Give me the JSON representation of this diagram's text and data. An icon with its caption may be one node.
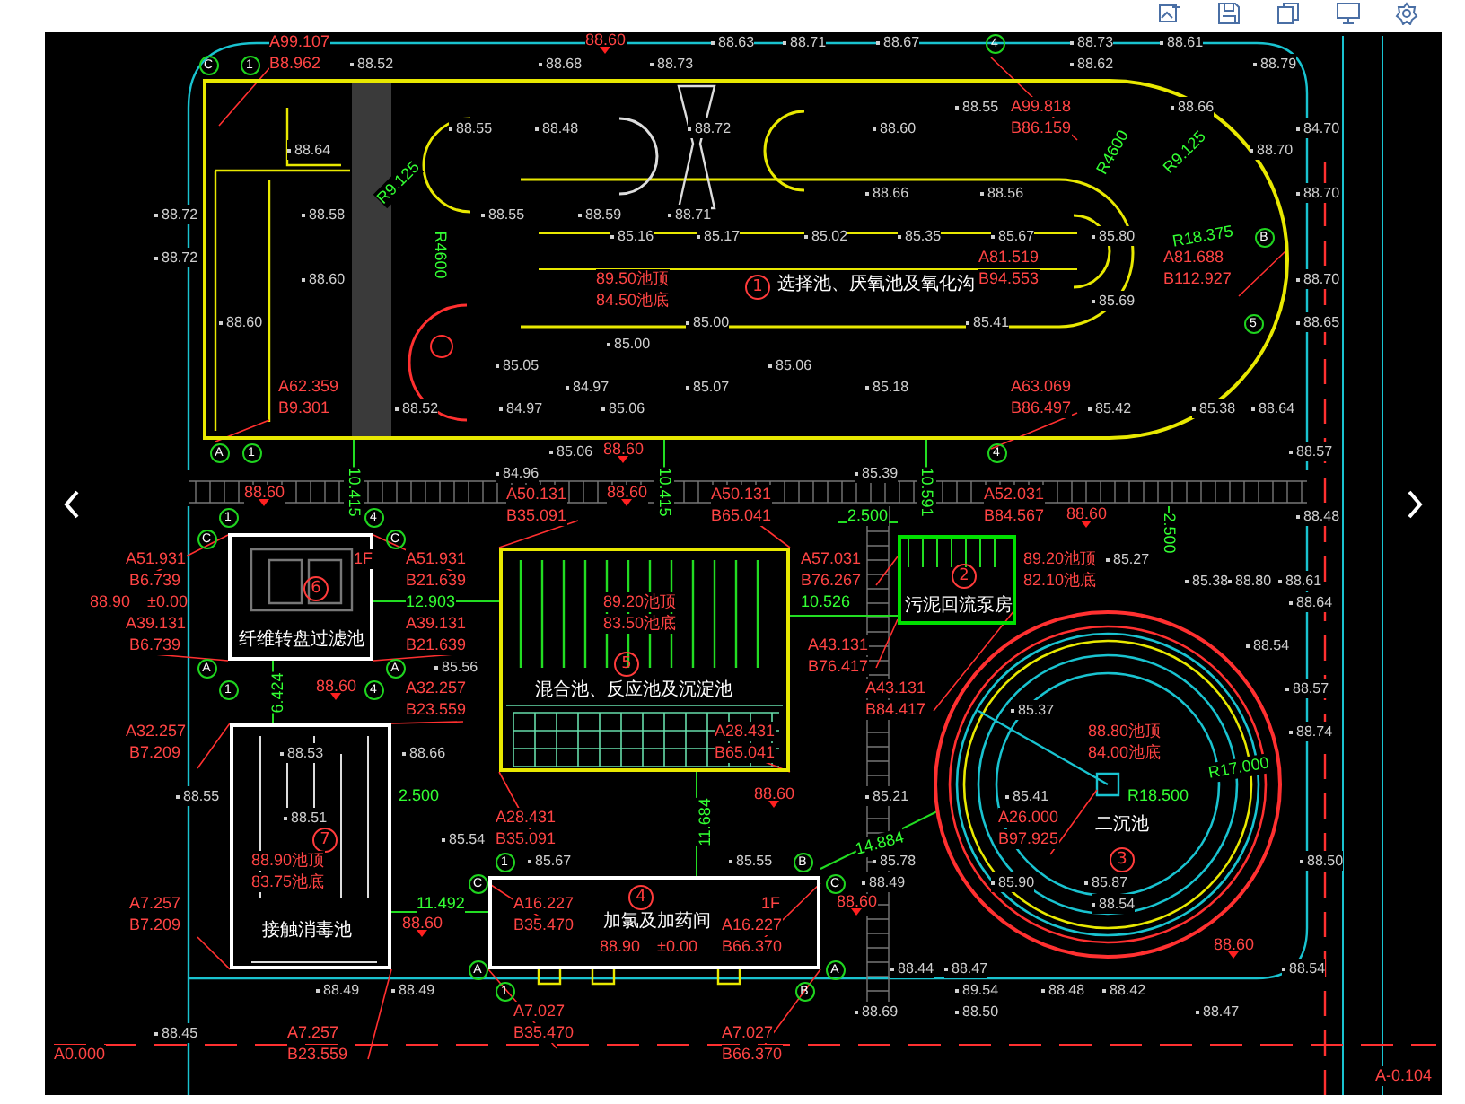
{
  "diagram": {
    "nodes": [
      {
        "text": [
          "1",
          "选择池、厌氧池及氧化沟"
        ]
      },
      {
        "text": [
          "6",
          "纤维转盘过滤池"
        ]
      },
      {
        "text": [
          "5",
          "混合池、反应池及沉淀池"
        ]
      },
      {
        "text": [
          "2",
          "污泥回流泵房"
        ]
      },
      {
        "text": [
          "二沉池",
          "3"
        ]
      },
      {
        "text": [
          "7",
          "接触消毒池"
        ]
      },
      {
        "text": [
          "4",
          "加氯及加药间"
        ]
      }
    ],
    "labels": [
      "A99.107",
      "88.60",
      "88.63",
      "88.71",
      "88.67",
      "4",
      "88.73",
      "88.61",
      "C",
      "1",
      "B8.962",
      "88.52",
      "88.68",
      "88.73",
      "88.62",
      "88.79",
      "88.55",
      "A99.818",
      "88.66",
      "88.55",
      "88.48",
      "88.72",
      "88.60",
      "B86.159",
      "84.70",
      "88.64",
      "R4600",
      "R9.125",
      "88.70",
      "R9.125",
      "88.66",
      "88.56",
      "88.70",
      "88.72",
      "88.58",
      "88.55",
      "88.59",
      "88.71",
      "R4600",
      "85.16",
      "85.17",
      "85.02",
      "85.35",
      "85.67",
      "85.80",
      "R18.375",
      "B",
      "88.72",
      "A81.519",
      "A81.688",
      "88.60",
      "89.50池顶",
      "B94.553",
      "B112.927",
      "88.70",
      "84.50池底",
      "85.69",
      "88.60",
      "85.00",
      "85.41",
      "5",
      "88.65",
      "85.00",
      "85.05",
      "85.06",
      "A62.359",
      "84.97",
      "85.07",
      "85.18",
      "A63.069",
      "B9.301",
      "88.52",
      "84.97",
      "85.06",
      "B86.497",
      "85.42",
      "85.38",
      "88.64",
      "A",
      "1",
      "85.06",
      "88.60",
      "4",
      "88.57",
      "84.96",
      "85.39",
      "88.60",
      "10.415",
      "A50.131",
      "88.60",
      "10.415",
      "A50.131",
      "10.591",
      "A52.031",
      "1",
      "4",
      "B35.091",
      "B65.041",
      "2.500",
      "B84.567",
      "88.60",
      "2.500",
      "88.48",
      "C",
      "C",
      "A51.931",
      "1F",
      "A51.931",
      "A57.031",
      "89.20池顶",
      "85.27",
      "B6.739",
      "B21.639",
      "B76.267",
      "82.10池底",
      "85.38",
      "88.80",
      "88.61",
      "88.90",
      "±0.00",
      "12.903",
      "89.20池顶",
      "10.526",
      "88.64",
      "A39.131",
      "A39.131",
      "83.50池底",
      "B6.739",
      "B21.639",
      "A43.131",
      "88.54",
      "A",
      "A",
      "85.56",
      "B76.417",
      "1",
      "6.424",
      "88.60",
      "4",
      "A32.257",
      "A43.131",
      "88.57",
      "B23.559",
      "B84.417",
      "85.37",
      "A32.257",
      "A28.431",
      "88.80池顶",
      "88.74",
      "B7.209",
      "88.53",
      "88.66",
      "B65.041",
      "84.00池底",
      "88.55",
      "2.500",
      "88.60",
      "85.21",
      "85.41",
      "R18.500",
      "R17.000",
      "88.51",
      "A28.431",
      "11.684",
      "A26.000",
      "85.54",
      "B35.091",
      "14.884",
      "B97.925",
      "88.90池顶",
      "1",
      "85.67",
      "85.55",
      "B",
      "85.78",
      "88.50",
      "83.75池底",
      "C",
      "C",
      "88.49",
      "85.90",
      "85.87",
      "A7.257",
      "11.492",
      "A16.227",
      "1F",
      "88.60",
      "88.54",
      "B7.209",
      "88.60",
      "B35.470",
      "A16.227",
      "88.90",
      "±0.00",
      "B66.370",
      "88.60",
      "A",
      "A",
      "88.44",
      "88.47",
      "88.54",
      "88.49",
      "88.49",
      "1",
      "B",
      "89.54",
      "88.48",
      "88.42",
      "A7.027",
      "88.69",
      "88.50",
      "88.47",
      "88.45",
      "A7.257",
      "B35.470",
      "A7.027",
      "A0.000",
      "B23.559",
      "B66.370",
      "A-0.104"
    ]
  }
}
